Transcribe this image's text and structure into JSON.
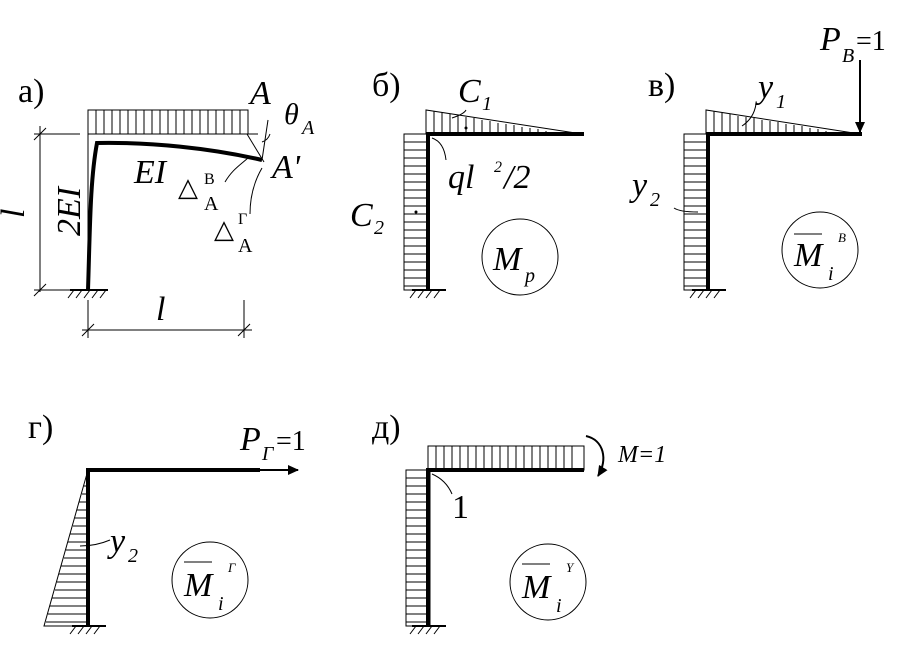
{
  "panel_labels": {
    "a": "а)",
    "b": "б)",
    "v": "в)",
    "g": "г)",
    "d": "д)"
  },
  "panel_a": {
    "point_A": "A",
    "point_A_prime": "A'",
    "theta": "θ",
    "theta_sub": "A",
    "EI": "EI",
    "twoEI": "2EI",
    "delta": "△",
    "delta_sub": "A",
    "delta_sup_v": "В",
    "delta_sup_g": "Г",
    "span_l": "l",
    "height_l": "l"
  },
  "panel_b": {
    "C1": "C",
    "C1_sub": "1",
    "C2": "C",
    "C2_sub": "2",
    "moment": "ql",
    "moment_sup": "2",
    "moment_tail": "/2",
    "circle_label": "M",
    "circle_sub": "p"
  },
  "panel_v": {
    "load": "P",
    "load_sub": "В",
    "load_eq": "=1",
    "y1": "y",
    "y1_sub": "1",
    "y2": "y",
    "y2_sub": "2",
    "circle_label": "M",
    "circle_sub": "i",
    "circle_sup": "В"
  },
  "panel_g": {
    "load": "P",
    "load_sub": "Г",
    "load_eq": "=1",
    "y2": "y",
    "y2_sub": "2",
    "circle_label": "M",
    "circle_sub": "i",
    "circle_sup": "Г"
  },
  "panel_d": {
    "moment_load": "M=1",
    "value": "1",
    "circle_label": "M",
    "circle_sub": "i",
    "circle_sup": "Y"
  }
}
